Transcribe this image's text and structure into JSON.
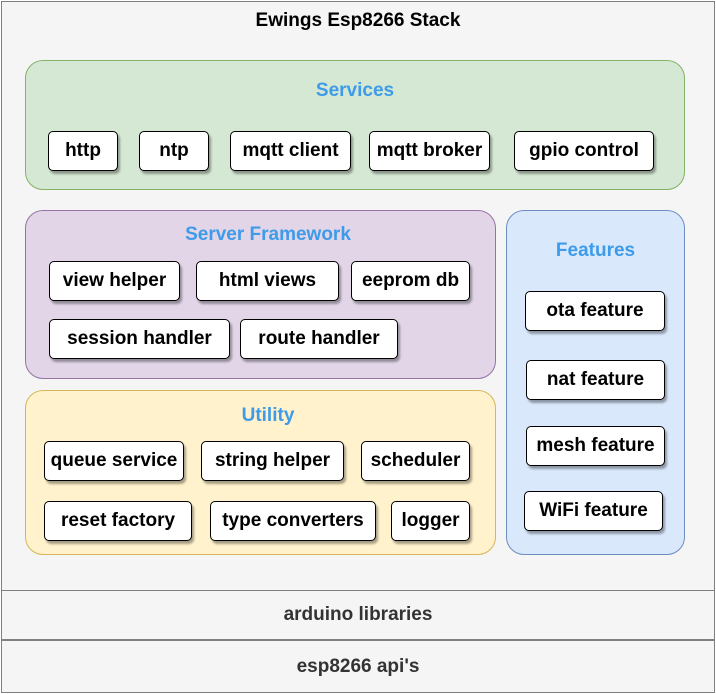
{
  "title": "Ewings Esp8266 Stack",
  "services": {
    "title": "Services",
    "items": [
      "http",
      "ntp",
      "mqtt client",
      "mqtt broker",
      "gpio control"
    ]
  },
  "server_framework": {
    "title": "Server Framework",
    "items": [
      "view helper",
      "html views",
      "eeprom db",
      "session handler",
      "route handler"
    ]
  },
  "utility": {
    "title": "Utility",
    "items": [
      "queue service",
      "string helper",
      "scheduler",
      "reset factory",
      "type converters",
      "logger"
    ]
  },
  "features": {
    "title": "Features",
    "items": [
      "ota feature",
      "nat feature",
      "mesh feature",
      "WiFi feature"
    ]
  },
  "layers": {
    "arduino": "arduino libraries",
    "esp": "esp8266 api's"
  },
  "colors": {
    "services_fill": "#d5e8d4",
    "server_fill": "#e1d5e7",
    "utility_fill": "#fff2cc",
    "features_fill": "#dae8fc",
    "group_title": "#3d9be9"
  }
}
